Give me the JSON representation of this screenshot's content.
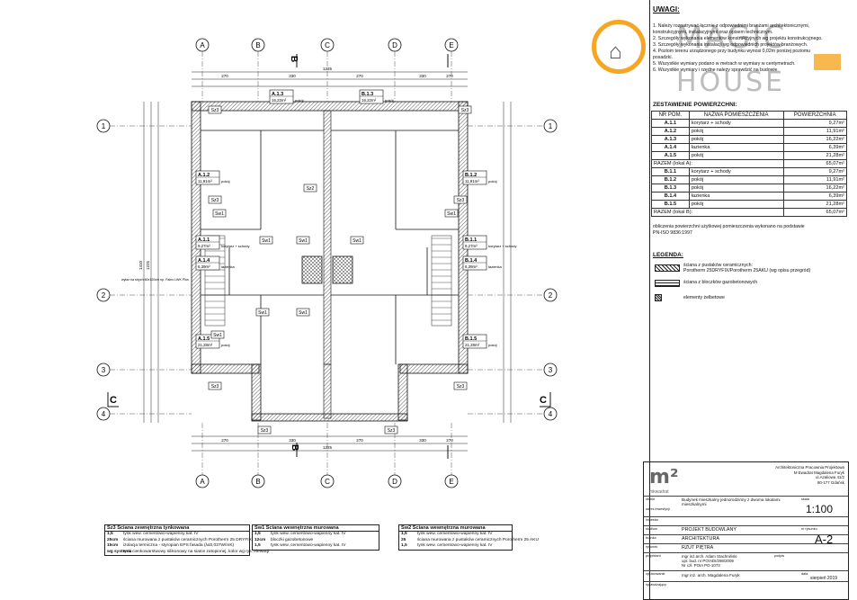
{
  "watermark": {
    "line1": "MAGIC",
    "line2": "HOUSE",
    "icon": "house-icon"
  },
  "uwagi": {
    "title": "UWAGI:",
    "notes": [
      "1. Należy rozpatrywać łącznie z odpowiednimi branżami architektonicznymi,",
      "konstrukcyjnymi, instalacyjnymi oraz opisem technicznym.",
      "2. Szczegóły wykonania elementów konstrukcyjnych wg projektu konstrukcyjnego.",
      "3. Szczegóły wykonania instalacji wg odpowiednich projektów branżowych.",
      "4. Poziom terenu urządzonego przy budynku wynosi 0,02m poniżej poziomu",
      "posadzki.",
      "5. Wszystkie wymiary podano w metrach w wymiary w centymetrach.",
      "6. Wszystkie wymiary i rzędne należy sprawdzić na budowie."
    ]
  },
  "zestawienie": {
    "title": "ZESTAWIENIE POWIERZCHNI:",
    "headers": [
      "NR POM.",
      "NAZWA POMIESZCZENIA",
      "POWIERZCHNIA"
    ],
    "rows": [
      [
        "A.1.1",
        "korytarz + schody",
        "9,27m²"
      ],
      [
        "A.1.2",
        "pokój",
        "11,91m²"
      ],
      [
        "A.1.3",
        "pokój",
        "16,22m²"
      ],
      [
        "A.1.4",
        "łazienka",
        "6,39m²"
      ],
      [
        "A.1.5",
        "pokój",
        "21,28m²"
      ],
      [
        "RAZEM (lokal A):",
        "",
        "65,07m²"
      ],
      [
        "B.1.1",
        "korytarz + schody",
        "9,27m²"
      ],
      [
        "B.1.2",
        "pokój",
        "11,91m²"
      ],
      [
        "B.1.3",
        "pokój",
        "16,22m²"
      ],
      [
        "B.1.4",
        "łazienka",
        "6,39m²"
      ],
      [
        "B.1.5",
        "pokój",
        "21,28m²"
      ],
      [
        "RAZEM (lokal B):",
        "",
        "65,07m²"
      ]
    ],
    "note_line1": "obliczenia powierzchni użytkowej pomieszczenia wykonano na podstawie",
    "note_line2": "PN-ISO 9836:1997"
  },
  "legenda": {
    "title": "LEGENDA:",
    "items": [
      {
        "text1": "ściana z pustaków ceramicznych:",
        "text2": "Porotherm 25DRYFIX/Porotherm 25AKU (wg opisu przegród)"
      },
      {
        "text1": "ściana z bloczków gazobetonowych",
        "text2": ""
      },
      {
        "text1": "elementy żelbetowe",
        "text2": ""
      }
    ]
  },
  "plan": {
    "axes_top": [
      "A",
      "B",
      "C",
      "D",
      "E"
    ],
    "axes_left": [
      "1",
      "2",
      "3",
      "4"
    ],
    "section_marks": [
      "B",
      "B",
      "C",
      "C"
    ],
    "rooms": [
      {
        "id": "A.1.2",
        "area": "11,91m²",
        "name": "pokój"
      },
      {
        "id": "A.1.1",
        "area": "9,27m²",
        "name": "korytarz + schody"
      },
      {
        "id": "A.1.4",
        "area": "6,39m²",
        "name": "łazienka"
      },
      {
        "id": "A.1.5",
        "area": "21,28m²",
        "name": "pokój"
      },
      {
        "id": "A.1.3",
        "area": "16,22m²",
        "name": "pokój"
      },
      {
        "id": "B.1.3",
        "area": "16,22m²",
        "name": "pokój"
      },
      {
        "id": "B.1.2",
        "area": "11,91m²",
        "name": "pokój"
      },
      {
        "id": "B.1.1",
        "area": "9,27m²",
        "name": "korytarz + schody"
      },
      {
        "id": "B.1.4",
        "area": "6,39m²",
        "name": "łazienka"
      },
      {
        "id": "B.1.5",
        "area": "21,28m²",
        "name": "pokój"
      }
    ],
    "wall_tags": [
      "Sz3",
      "Sz3",
      "Sz3",
      "Sz3",
      "Sz3",
      "Sz3",
      "Sz3",
      "Sz3",
      "Sz2",
      "Sw1",
      "Sw1",
      "Sw1",
      "Sw1",
      "Sw1",
      "Sw1",
      "Sw1",
      "Sw1"
    ],
    "dims_top": [
      "1225",
      "270",
      "330",
      "270",
      "330",
      "270"
    ],
    "dims_left": [
      "1410",
      "1225"
    ],
    "note_left": "wyłaz na strych 60x120cm np. Fakro LWK Plus"
  },
  "specs": [
    {
      "code": "Sz3",
      "title": "Ściana zewnętrzna tynkowana",
      "rows": [
        [
          "1,5",
          "tynk wew. cementowo-wapienny kat. IV"
        ],
        [
          "25cm",
          "ściana murowana z pustaków ceramicznych Porotherm 25 DRYFIX"
        ],
        [
          "15cm",
          "izolacja termiczna - styropian EPS fasada (λ≤0,037W/mK)"
        ],
        [
          "wg systemu",
          "tynk cienkowarstwowy silikonowy na siatce zatopionej, kolor wg rys. elewacji"
        ]
      ]
    },
    {
      "code": "Sw1",
      "title": "Ściana wewnętrzna murowana",
      "rows": [
        [
          "1,5",
          "tynk wew. cementowo-wapienny kat. IV"
        ],
        [
          "12cm",
          "bloczki gazobetonowe"
        ],
        [
          "1,5",
          "tynk wew. cementowo-wapienny kat. IV"
        ]
      ]
    },
    {
      "code": "Sw2",
      "title": "Ściana wewnętrzna murowana",
      "rows": [
        [
          "1,5",
          "tynk wew. cementowo-wapienny kat. IV"
        ],
        [
          "25",
          "ściana murowana z pustaków ceramicznych Porotherm 25 AKU"
        ],
        [
          "1,5",
          "tynk wew. cementowo-wapienny kat. IV"
        ]
      ]
    }
  ],
  "titleblock": {
    "office1": "Architektoniczna Pracownia Projektowa",
    "office2": "M Ewadrat Magdalena Furyk",
    "office3": "ul.Azaliowa 41/2",
    "office4": "80-177 Gdańsk",
    "logo": "m²",
    "logo_sub": "mkwadrat",
    "object": "Budynek mieszkalny jednorodzinny z dwoma lokalami mieszkalnymi",
    "scale": "1:100",
    "stage": "PROJEKT BUDOWLANY",
    "branch": "ARCHITEKTURA",
    "sheet_title": "RZUT PIĘTRA",
    "sheet_no": "A-2",
    "designer1": "mgr inż.arch. Adam Stachniński",
    "designer2": "upr. bud. nr PO/ADI/298/2009",
    "designer3": "Nr czł. POIA PO-1073",
    "author": "mgr inż. arch. Magdalena Furyk",
    "date": "sierpień 2019",
    "labels": {
      "investor": "inwestor",
      "object": "obiekt",
      "address": "adres inwestycji",
      "stage": "stadium",
      "branch": "branża",
      "drawing": "rysunek",
      "designer": "projektant",
      "author": "opracowanie",
      "check": "sprawdzający",
      "scale": "skala",
      "sheet": "nr rysunku",
      "date": "data",
      "sign": "podpis"
    }
  }
}
